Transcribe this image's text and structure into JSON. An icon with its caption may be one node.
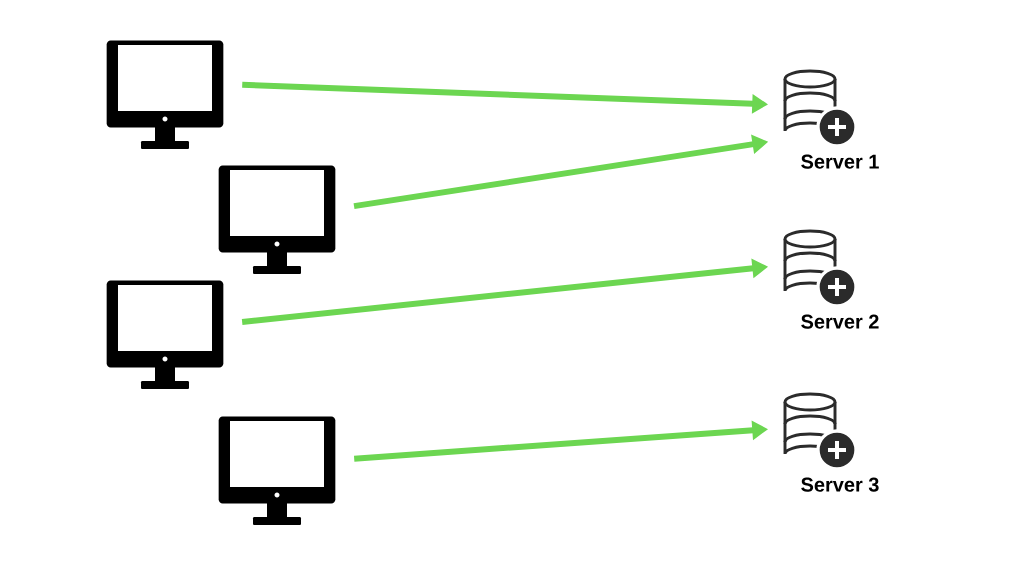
{
  "diagram": {
    "nodes": [
      {
        "text": [],
        "shape": "picture"
      },
      {
        "text": [],
        "shape": "picture"
      },
      {
        "text": [],
        "shape": "picture"
      },
      {
        "text": [],
        "shape": "picture"
      },
      {
        "text": [
          "Server 1"
        ]
      },
      {
        "text": [
          "Server 2"
        ]
      },
      {
        "text": [
          "Server 3"
        ]
      }
    ],
    "edges": [
      {
        "from": 0,
        "to": 4,
        "arrow": "to"
      },
      {
        "from": 1,
        "to": 4,
        "arrow": "to"
      },
      {
        "from": 2,
        "to": 5,
        "arrow": "to"
      },
      {
        "from": 3,
        "to": 6,
        "arrow": "to"
      }
    ]
  }
}
